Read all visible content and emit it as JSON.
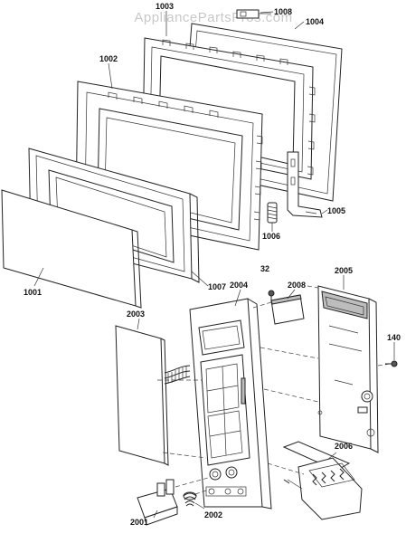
{
  "watermark": "AppliancePartsPros.com",
  "labels": {
    "p1008": "1008",
    "p1003": "1003",
    "p1004": "1004",
    "p1002": "1002",
    "p1005": "1005",
    "p1006": "1006",
    "p1007": "1007",
    "p1001": "1001",
    "p32": "32",
    "p2004": "2004",
    "p2008": "2008",
    "p2005": "2005",
    "p2003": "2003",
    "p140": "140",
    "p2006": "2006",
    "p2001": "2001",
    "p2002": "2002"
  }
}
